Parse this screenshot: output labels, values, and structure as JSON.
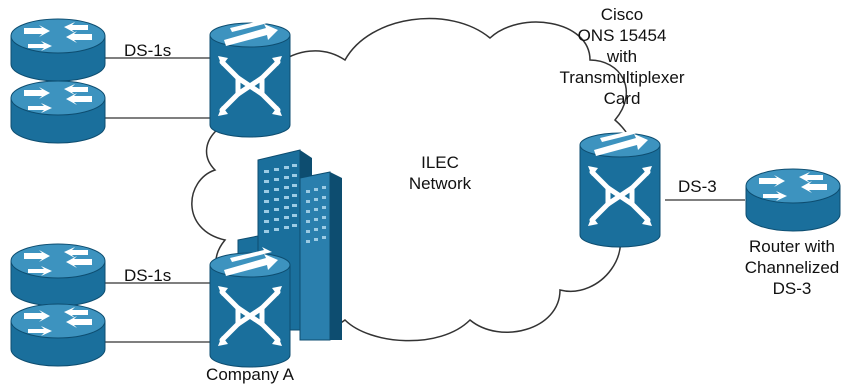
{
  "labels": {
    "ds1_top": "DS-1s",
    "ds1_bottom": "DS-1s",
    "cisco_lines": [
      "Cisco",
      "ONS 15454",
      "with",
      "Transmultiplexer",
      "Card"
    ],
    "ilec_lines": [
      "ILEC",
      "Network"
    ],
    "ds3": "DS-3",
    "router_lines": [
      "Router with",
      "Channelized",
      "DS-3"
    ],
    "company": "Company A"
  },
  "colors": {
    "device_fill": "#1a6f9c",
    "device_top": "#3d93bf",
    "cloud_outline": "#333333",
    "line": "#333333",
    "building": "#1a6f9c"
  },
  "icons": {
    "router": "router-icon",
    "switch": "atm-switch-icon",
    "building": "building-icon",
    "cloud": "cloud-icon"
  }
}
